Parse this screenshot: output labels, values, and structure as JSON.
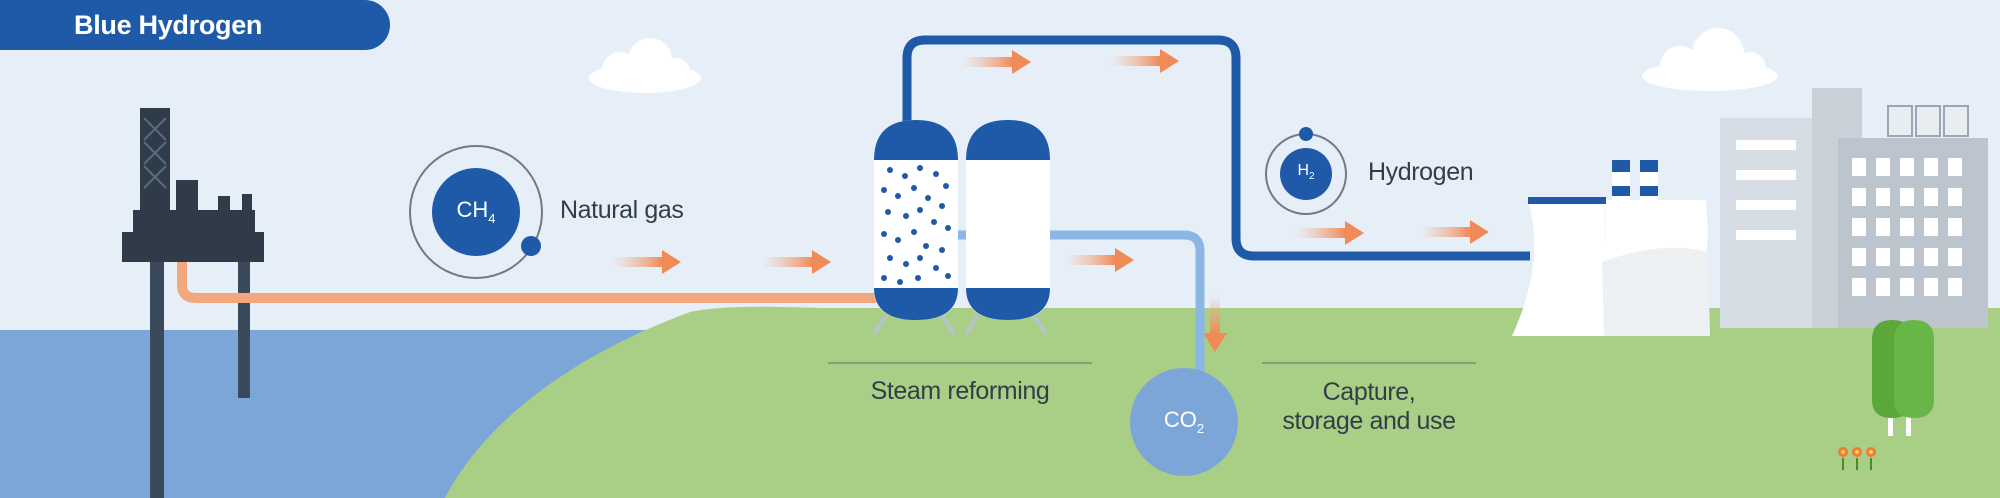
{
  "title": "Blue Hydrogen",
  "molecules": {
    "methane": {
      "main": "CH",
      "sub": "4",
      "label": "Natural gas"
    },
    "hydrogen": {
      "main": "H",
      "sub": "2",
      "label": "Hydrogen"
    },
    "carbon_dioxide": {
      "main": "CO",
      "sub": "2"
    }
  },
  "stages": {
    "reforming": "Steam reforming",
    "capture_line1": "Capture,",
    "capture_line2": "storage and use"
  },
  "colors": {
    "brand_blue": "#1f5aa8",
    "sky": "#e6eef8",
    "sea": "#7da6d8",
    "land": "#a9cf86",
    "gas_pipe": "#f3a77c",
    "co2_pipe": "#8cb6e3"
  }
}
